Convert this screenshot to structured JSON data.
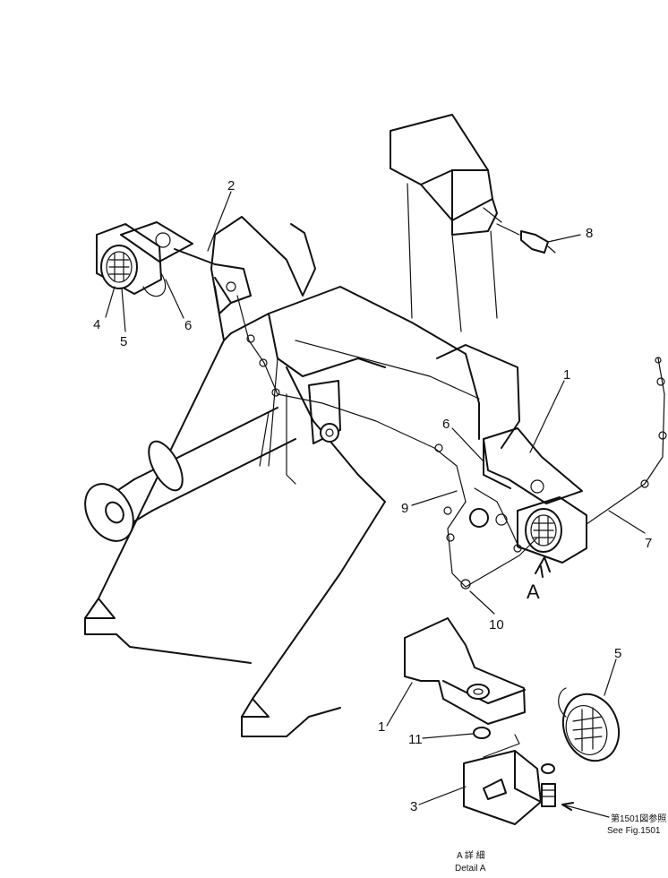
{
  "callouts": {
    "c1": "1",
    "c2": "2",
    "c3": "3",
    "c4": "4",
    "c5": "5",
    "c6": "6",
    "c7": "7",
    "c8": "8",
    "c9": "9",
    "c10": "10",
    "c11": "11"
  },
  "view_marker": "A",
  "detail_caption": {
    "japanese": "A 詳 細",
    "english": "Detail A"
  },
  "reference_note": {
    "japanese": "第1501図参照",
    "english": "See Fig.1501"
  }
}
